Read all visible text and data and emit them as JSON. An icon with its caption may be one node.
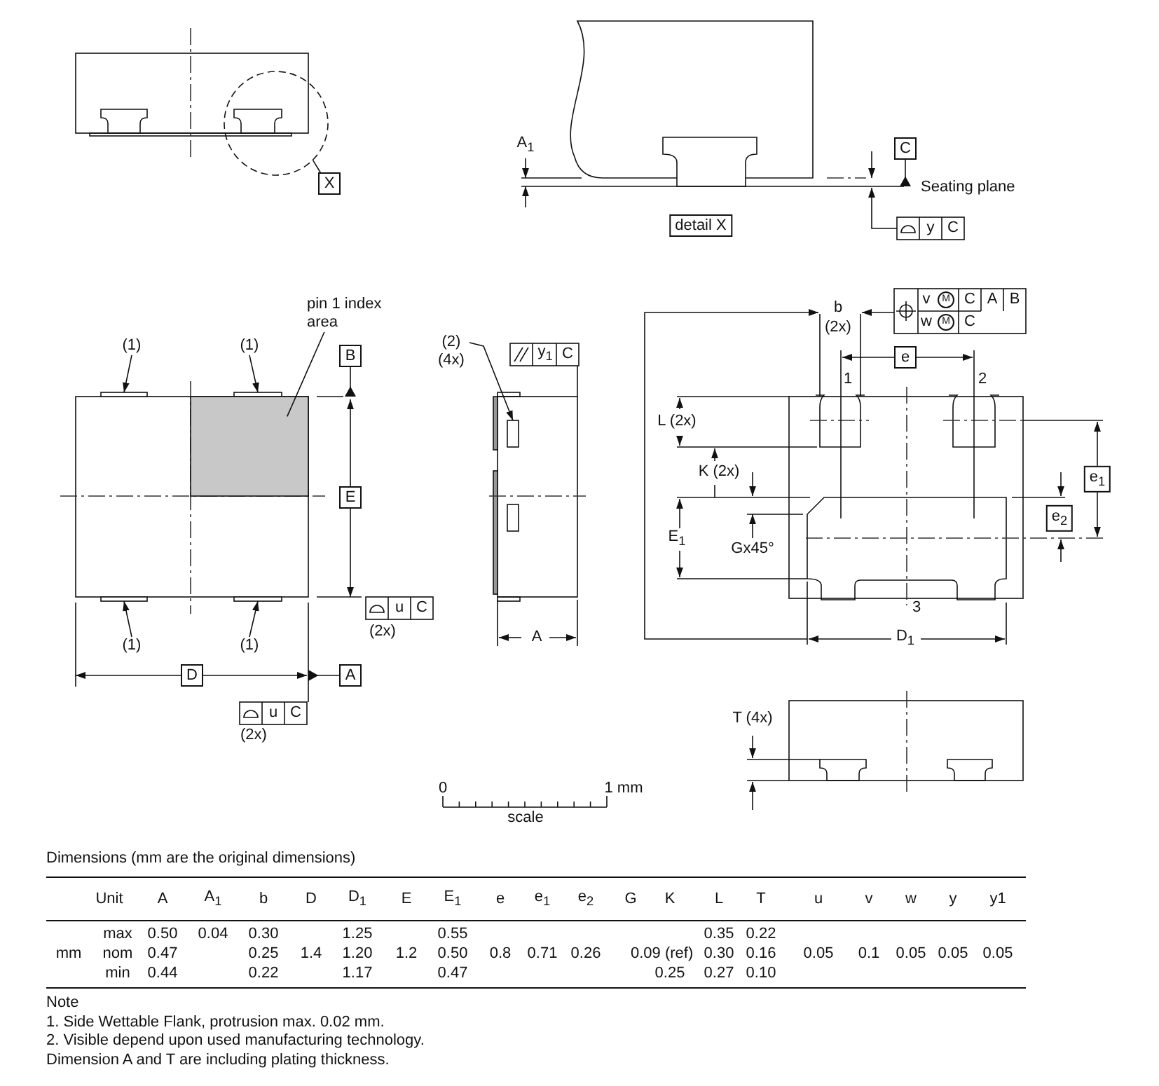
{
  "diagram": {
    "nodes": [
      {
        "text": [
          "(1)"
        ]
      },
      {
        "text": [],
        "shape": "bar"
      },
      {
        "text": [
          "(1)"
        ]
      },
      {
        "text": [],
        "shape": "bar"
      },
      {
        "text": [
          "(1)"
        ]
      },
      {
        "text": [],
        "shape": "bar"
      },
      {
        "text": [
          "(1)"
        ]
      },
      {
        "text": [],
        "shape": "bar"
      },
      {
        "text": [
          "pin 1 index area"
        ]
      },
      {
        "text": [],
        "shape": "box"
      },
      {
        "text": [
          "(2) (4x)"
        ]
      },
      {
        "text": [],
        "shape": "box"
      },
      {
        "text": [
          "X"
        ]
      },
      {
        "text": [],
        "shape": "circle"
      },
      {
        "text": [
          "C"
        ]
      },
      {
        "text": [
          "B"
        ]
      },
      {
        "text": [
          "A"
        ]
      }
    ],
    "edges": [
      {
        "from": 0,
        "to": 1,
        "arrow": "to"
      },
      {
        "from": 2,
        "to": 3,
        "arrow": "to"
      },
      {
        "from": 4,
        "to": 5,
        "arrow": "to"
      },
      {
        "from": 6,
        "to": 7,
        "arrow": "to"
      },
      {
        "from": 8,
        "to": 9,
        "arrow": "none"
      },
      {
        "from": 10,
        "to": 11,
        "arrow": "to"
      },
      {
        "from": 12,
        "to": 13,
        "arrow": "none"
      },
      {
        "from": 14,
        "to": null,
        "arrow": "other"
      },
      {
        "from": 15,
        "to": null,
        "arrow": "other"
      },
      {
        "from": 16,
        "to": null,
        "arrow": "other"
      }
    ],
    "labels": [
      "A$_{1}$",
      "Seating plane",
      "detail X",
      "y",
      "C",
      "y$_{1}$",
      "C",
      "b",
      "(2x)",
      "v",
      "M",
      "C",
      "A",
      "B",
      "w",
      "M",
      "C",
      "e",
      "1",
      "2",
      "E",
      "L (2x)",
      "K (2x)",
      "e$_{1}$",
      "e$_{2}$",
      "E$_{1}$",
      "Gx45°",
      "u",
      "C",
      "(2x)",
      "A",
      "3",
      "D",
      "D$_{1}$",
      "u",
      "C",
      "(2x)",
      "T (4x)",
      "0",
      "1 mm",
      "scale",
      "Dimensions (mm are the original dimensions)",
      "Unit",
      "A",
      "A$_{1}$",
      "b",
      "D",
      "D$_{1}$",
      "E",
      "E$_{1}$",
      "e",
      "e$_{1}$",
      "e$_{2}$",
      "G",
      "K",
      "L",
      "T",
      "u",
      "v",
      "w",
      "y",
      "y1",
      "max",
      "0.50",
      "0.04",
      "0.30",
      "1.25",
      "0.55",
      "0.35",
      "0.22",
      "mm",
      "nom",
      "0.47",
      "0.25",
      "1.4",
      "1.20",
      "1.2",
      "0.50",
      "0.8",
      "0.71",
      "0.26",
      "0.09 (ref)",
      "0.30",
      "0.16",
      "0.05",
      "0.1",
      "0.05",
      "0.05",
      "0.05",
      "min",
      "0.44",
      "0.22",
      "1.17",
      "0.47",
      "0.25",
      "0.27",
      "0.10",
      "Note",
      "1. Side Wettable Flank, protrusion max. 0.02 mm.",
      "2. Visible depend upon used manufacturing technology.",
      "Dimension A and T are including plating thickness."
    ]
  }
}
